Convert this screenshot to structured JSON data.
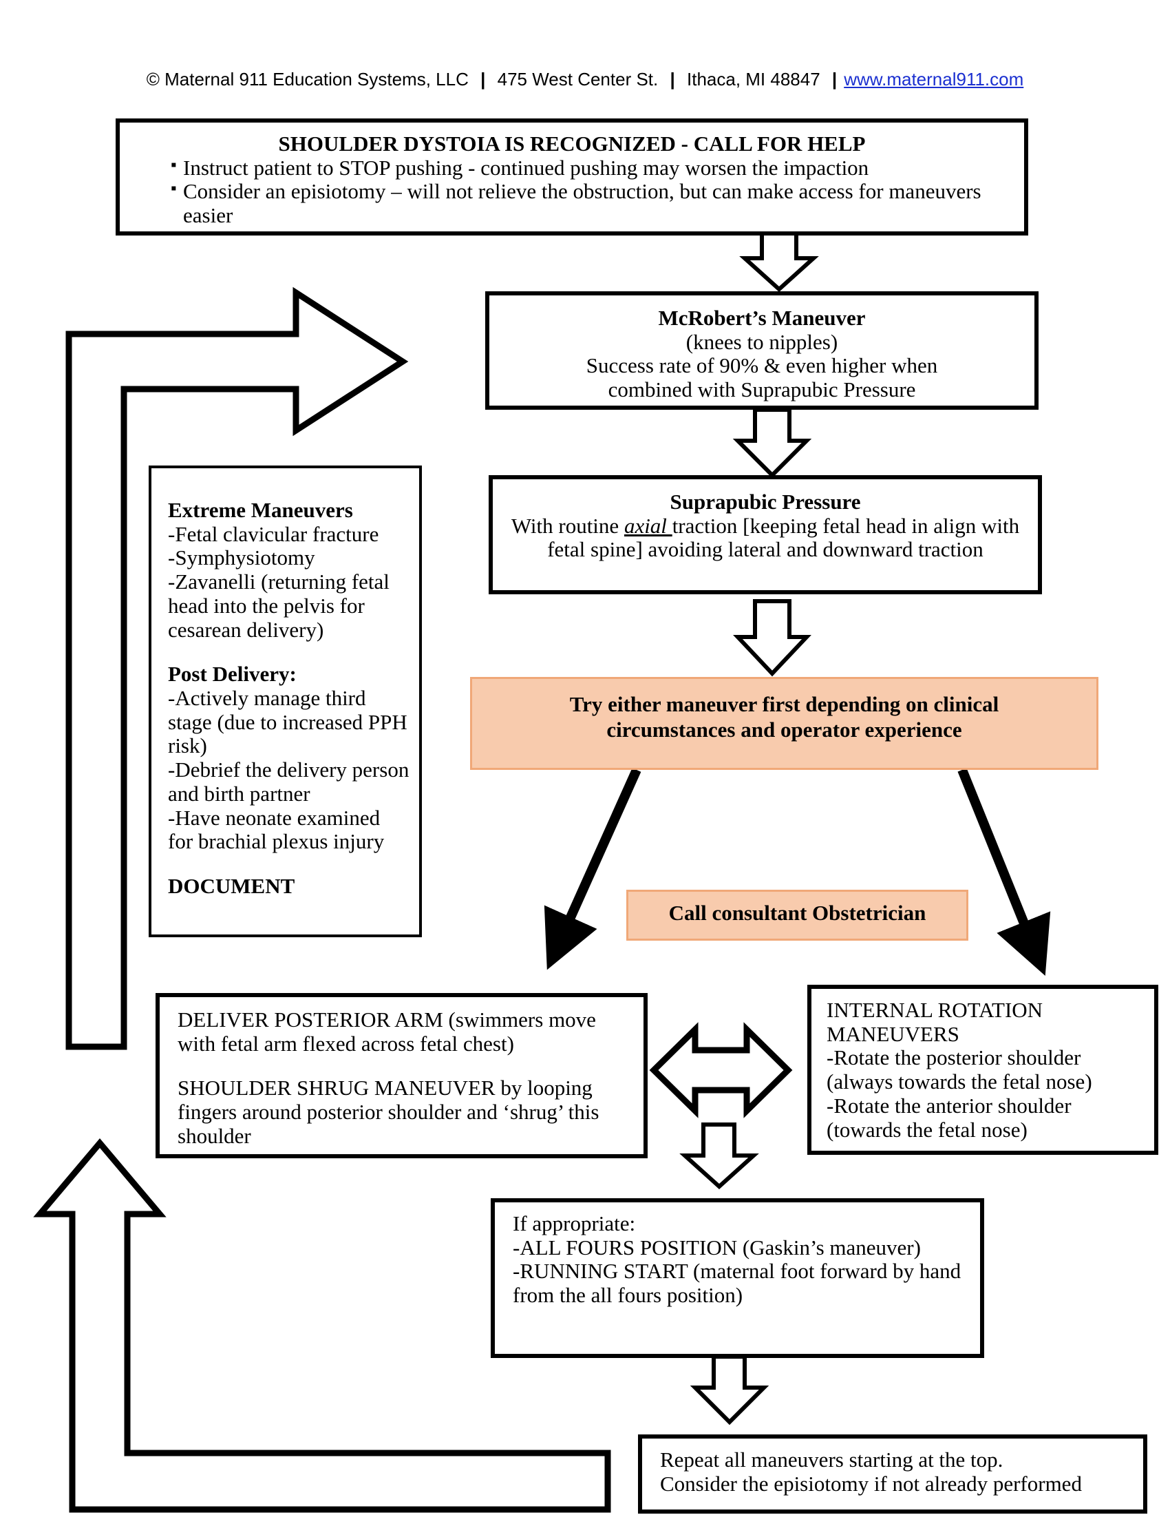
{
  "header": {
    "copyright": "© Maternal 911 Education Systems, LLC",
    "address": "475 West Center St.",
    "city": "Ithaca, MI 48847",
    "website": "www.maternal911.com",
    "separator": "|"
  },
  "recognize_box": {
    "title": "SHOULDER DYSTOIA IS RECOGNIZED - CALL FOR HELP",
    "bullets": [
      "Instruct patient to STOP pushing - continued pushing may worsen the impaction",
      "Consider an episiotomy – will not relieve the obstruction, but can make access for maneuvers easier"
    ]
  },
  "mcroberts_box": {
    "title": "McRobert’s Maneuver",
    "line1": "(knees to nipples)",
    "line2": "Success rate of 90% & even higher when combined with Suprapubic Pressure"
  },
  "suprapubic_box": {
    "title": "Suprapubic Pressure",
    "text_before": "With routine ",
    "text_emph": "axial ",
    "text_after": "traction [keeping fetal head in align with fetal spine] avoiding lateral and downward traction"
  },
  "try_box": {
    "text": "Try either maneuver first depending on clinical circumstances and operator experience"
  },
  "consultant_box": {
    "text": "Call consultant Obstetrician"
  },
  "extreme_box": {
    "title": "Extreme Maneuvers",
    "items": [
      "-Fetal clavicular fracture",
      "-Symphysiotomy",
      "-Zavanelli (returning fetal head into the pelvis for cesarean delivery)"
    ],
    "post_title": "Post Delivery:",
    "post_items": [
      "-Actively manage third stage (due to increased PPH risk)",
      "-Debrief the delivery person and birth partner",
      "-Have neonate examined for brachial plexus injury"
    ],
    "document": "DOCUMENT"
  },
  "posterior_box": {
    "para1": "DELIVER POSTERIOR ARM (swimmers move with fetal arm flexed across fetal chest)",
    "para2": "SHOULDER SHRUG MANEUVER by looping fingers around posterior shoulder and ‘shrug’ this shoulder"
  },
  "internal_box": {
    "title": "INTERNAL ROTATION MANEUVERS",
    "items": [
      "-Rotate the posterior shoulder (always towards the fetal nose)",
      "-Rotate the anterior shoulder (towards the fetal nose)"
    ]
  },
  "fours_box": {
    "intro": "If appropriate:",
    "items": [
      "-ALL FOURS POSITION (Gaskin’s maneuver)",
      "-RUNNING START (maternal foot forward by hand from the all fours position)"
    ]
  },
  "repeat_box": {
    "line1": "Repeat all maneuvers starting at the top.",
    "line2": "Consider the episiotomy if not already performed"
  }
}
